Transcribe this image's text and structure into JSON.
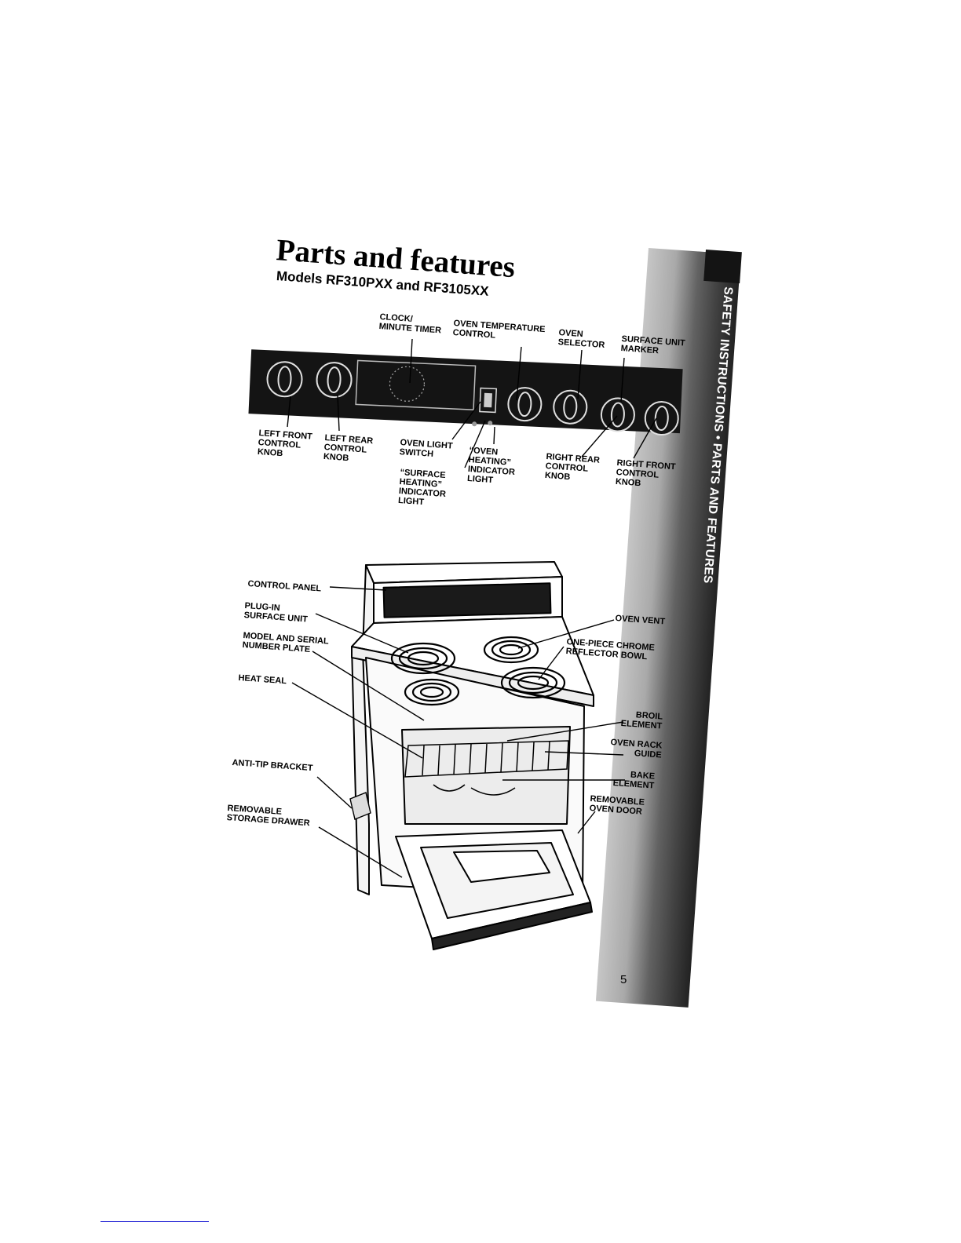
{
  "page": {
    "title": "Parts and features",
    "subtitle": "Models RF310PXX and RF3105XX",
    "side_tab": "SAFETY INSTRUCTIONS • PARTS AND FEATURES",
    "page_number": "5"
  },
  "panel_labels": {
    "clock": "CLOCK/\nMINUTE TIMER",
    "oven_temp": "OVEN TEMPERATURE\nCONTROL",
    "oven_selector": "OVEN\nSELECTOR",
    "surface_marker": "SURFACE UNIT\nMARKER",
    "left_front": "LEFT FRONT\nCONTROL\nKNOB",
    "left_rear": "LEFT REAR\nCONTROL\nKNOB",
    "oven_light": "OVEN LIGHT\nSWITCH",
    "surface_heating": "“SURFACE\nHEATING”\nINDICATOR\nLIGHT",
    "oven_heating": "“OVEN\nHEATING”\nINDICATOR\nLIGHT",
    "right_rear": "RIGHT REAR\nCONTROL\nKNOB",
    "right_front": "RIGHT FRONT\nCONTROL\nKNOB"
  },
  "range_labels": {
    "control_panel": "CONTROL PANEL",
    "plug_in": "PLUG-IN\nSURFACE UNIT",
    "model_serial": "MODEL AND SERIAL\nNUMBER PLATE",
    "heat_seal": "HEAT SEAL",
    "anti_tip": "ANTI-TIP BRACKET",
    "storage_drawer": "REMOVABLE\nSTORAGE DRAWER",
    "oven_vent": "OVEN VENT",
    "reflector_bowl": "ONE-PIECE CHROME\nREFLECTOR BOWL",
    "broil": "BROIL\nELEMENT",
    "rack_guide": "OVEN RACK\nGUIDE",
    "bake": "BAKE\nELEMENT",
    "oven_door": "REMOVABLE\nOVEN DOOR"
  }
}
